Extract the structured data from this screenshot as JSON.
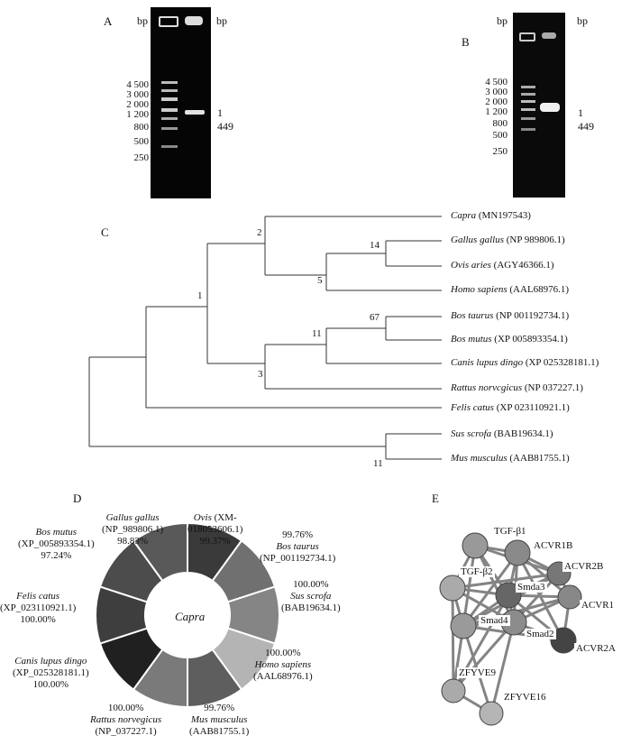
{
  "panels": {
    "a": "A",
    "b": "B",
    "c": "C",
    "d": "D",
    "e": "E"
  },
  "gel_a": {
    "unit_left": "bp",
    "unit_right": "bp",
    "ladder": [
      "4 500",
      "3 000",
      "2 000",
      "1 200",
      "800",
      "500",
      "250"
    ],
    "band_label": "1 449"
  },
  "gel_b": {
    "unit_left": "bp",
    "unit_right": "bp",
    "ladder": [
      "4 500",
      "3 000",
      "2 000",
      "1 200",
      "800",
      "500",
      "250"
    ],
    "band_label": "1 449"
  },
  "tree": {
    "taxa": [
      {
        "species": "Capra",
        "accession": "(MN197543)"
      },
      {
        "species": "Gallus gallus",
        "accession": "(NP 989806.1)"
      },
      {
        "species": "Ovis aries",
        "accession": "(AGY46366.1)"
      },
      {
        "species": "Homo sapiens",
        "accession": "(AAL68976.1)"
      },
      {
        "species": "Bos taurus",
        "accession": "(NP 001192734.1)"
      },
      {
        "species": "Bos mutus",
        "accession": "(XP 005893354.1)"
      },
      {
        "species": "Canis lupus dingo",
        "accession": "(XP 025328181.1)"
      },
      {
        "species": "Rattus norvcgicus",
        "accession": "(NP 037227.1)"
      },
      {
        "species": "Felis catus",
        "accession": "(XP 023110921.1)"
      },
      {
        "species": "Sus scrofa",
        "accession": "(BAB19634.1)"
      },
      {
        "species": "Mus musculus",
        "accession": "(AAB81755.1)"
      }
    ],
    "nodes": [
      "2",
      "14",
      "5",
      "1",
      "67",
      "11",
      "3",
      "11"
    ]
  },
  "donut": {
    "center": "Capra",
    "segments": [
      {
        "species": "Ovis",
        "accession_a": "(XM-",
        "accession_b": "018053606.1)",
        "percent": "99.37%",
        "color": "#3a3a3a"
      },
      {
        "species": "Bos taurus",
        "accession_a": "(NP_001192734.1)",
        "accession_b": "",
        "percent": "99.76%",
        "color": "#707070"
      },
      {
        "species": "Sus scrofa",
        "accession_a": "(BAB19634.1)",
        "accession_b": "",
        "percent": "100.00%",
        "color": "#858585"
      },
      {
        "species": "Homo sapiens",
        "accession_a": "(AAL68976.1)",
        "accession_b": "",
        "percent": "100.00%",
        "color": "#b4b4b4"
      },
      {
        "species": "Mus musculus",
        "accession_a": "(AAB81755.1)",
        "accession_b": "",
        "percent": "99.76%",
        "color": "#5e5e5e"
      },
      {
        "species": "Rattus norvegicus",
        "accession_a": "(NP_037227.1)",
        "accession_b": "",
        "percent": "100.00%",
        "color": "#7a7a7a"
      },
      {
        "species": "Canis lupus dingo",
        "accession_a": "(XP_025328181.1)",
        "accession_b": "",
        "percent": "100.00%",
        "color": "#202020"
      },
      {
        "species": "Felis catus",
        "accession_a": "(XP_023110921.1)",
        "accession_b": "",
        "percent": "100.00%",
        "color": "#3e3e3e"
      },
      {
        "species": "Bos mutus",
        "accession_a": "(XP_005893354.1)",
        "accession_b": "",
        "percent": "97.24%",
        "color": "#4c4c4c"
      },
      {
        "species": "Gallus gallus",
        "accession_a": "(NP_989806.1)",
        "accession_b": "",
        "percent": "98.83%",
        "color": "#595959"
      }
    ]
  },
  "network": {
    "nodes": [
      "TGF-β1",
      "ACVR1B",
      "TGF-β2",
      "ACVR2B",
      "Smda3",
      "ACVR1",
      "Smad4",
      "Smad2",
      "ACVR2A",
      "ZFYVE9",
      "ZFYVE16"
    ]
  }
}
